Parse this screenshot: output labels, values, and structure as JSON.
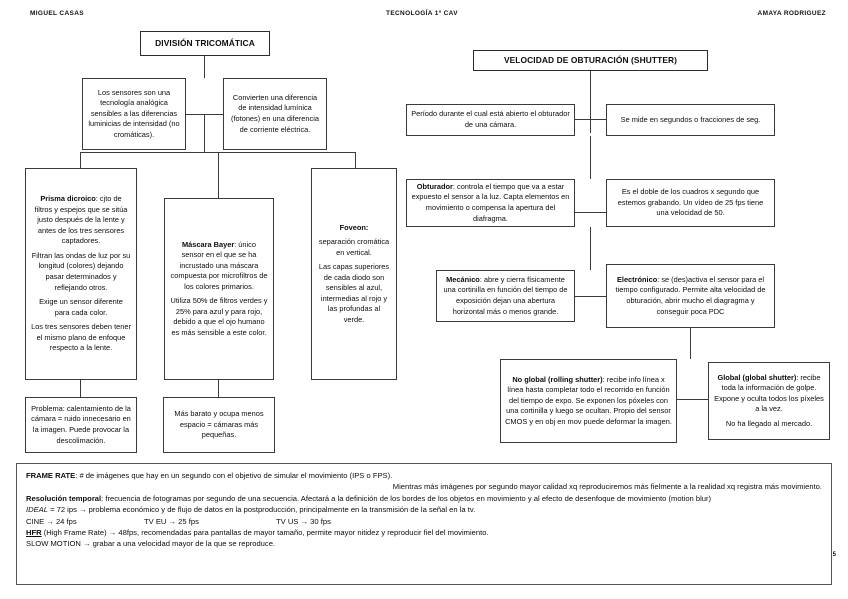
{
  "header": {
    "left": "MIGUEL CASAS",
    "center": "TECNOLOGÍA 1º CAV",
    "right": "AMAYA RODRIGUEZ"
  },
  "page_number": "5",
  "left_tree": {
    "title": "DIVISIÓN TRICOMÁTICA",
    "intro_left": "Los sensores son una tecnología analógica sensibles a las diferencias luminicias de intensidad (no cromáticas).",
    "intro_right": "Convierten una diferencia de intensidad lumínica (fotones) en una diferencia de corriente eléctrica.",
    "prisma": {
      "p1_bold": "Prisma dicroico",
      "p1": ": cjto de filtros y espejos que se sitúa justo después de la lente y antes de los tres sensores captadores.",
      "p2": "Filtran las ondas de luz por su longitud (colores) dejando pasar determinados y reflejando otros.",
      "p3": "Exige un sensor diferente para cada color.",
      "p4": "Los tres sensores deben tener el mismo plano de enfoque respecto a la lente."
    },
    "bayer": {
      "p1_bold": "Máscara Bayer",
      "p1": ": único sensor en el que se ha incrustado una máscara compuesta por microfiltros de los colores primarios.",
      "p2": "Utiliza 50% de filtros verdes y 25% para azul y para rojo, debido a que el ojo humano es más sensible a este color."
    },
    "foveon": {
      "p1_bold": "Foveon:",
      "p2": "separación cromática en vertical.",
      "p3": "Las capas superiores de cada diodo son sensibles al azul, intermedias al rojo y las profundas al verde."
    },
    "problema": "Problema: calentamiento de la cámara = ruido innecesario en la imagen. Puede provocar la descolimación.",
    "barato": "Más barato y ocupa menos espacio = cámaras más pequeñas."
  },
  "right_tree": {
    "title": "VELOCIDAD DE OBTURACIÓN (SHUTTER)",
    "periodo": "Período durante el cual está abierto el obturador de una cámara.",
    "segundos": "Se mide en segundos o fracciones de seg.",
    "obturador": {
      "bold": "Obturador",
      "text": ": controla el tiempo que va a estar expuesto el sensor a la luz. Capta elementos en movimiento o compensa la apertura del diafragma."
    },
    "doble": "Es el doble de los cuadros x segundo que estemos grabando. Un vídeo de 25 fps tiene una velocidad de 50.",
    "mecanico": {
      "bold": "Mecánico",
      "text": ": abre y cierra físicamente una cortinilla en función del tiempo de exposición dejan una abertura horizontal más o menos grande."
    },
    "electronico": {
      "bold": "Electrónico",
      "text": ": se (des)activa el sensor para el tiempo configurado. Permite alta velocidad de obturación, abrir mucho el diagragma y conseguir poca PDC"
    },
    "no_global": {
      "bold": "No global (rolling shutter)",
      "text": ": recibe info línea x línea hasta completar todo el recorrido en función del tiempo de expo. Se exponen los póxeles con una cortinilla y luego se ocultan. Propio del sensor CMOS y en obj en mov puede deformar la imagen."
    },
    "global": {
      "bold": "Global (global shutter)",
      "text": ": recibe toda la información de golpe. Expone y oculta todos los píxeles a la vez.",
      "text2": "No ha llegado al mercado."
    }
  },
  "frame_rate": {
    "line1_bold": "FRAME RATE",
    "line1": ": # de imágenes que hay en un segundo con el objetivo de simular el movimiento (IPS o FPS).",
    "line2": "Mientras más imágenes por segundo mayor calidad xq reproduciremos más fielmente a la realidad xq registra más movimiento.",
    "line3_bold": "Resolución temporal",
    "line3": ": frecuencia de fotogramas por segundo de una secuencia. Afectará a la definición de los bordes de los objetos en movimiento y al efecto de desenfoque de movimiento (motion blur)",
    "line4_ital": "IDEAL",
    "line4": " = 72 ips → problema económico y de flujo de datos en la postproducción, principalmente en la transmisión de la señal en la tv.",
    "cine": "CINE → 24 fps",
    "tveu": "TV EU → 25 fps",
    "tvus": "TV US → 30 fps",
    "hfr_bold": "HFR",
    "hfr": " (High Frame Rate) → 48fps, recomendadas para pantallas de mayor tamaño, permite mayor nitidez y reproducir fiel del movimiento.",
    "slow": "SLOW MOTION → grabar a una velocidad mayor de la que se reproduce."
  }
}
